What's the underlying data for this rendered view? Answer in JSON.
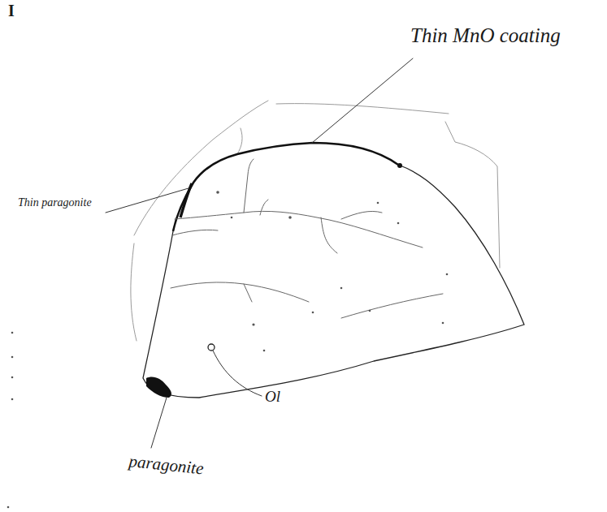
{
  "diagram": {
    "labels": [
      "I",
      "Thin MnO coating",
      "Thin paragonite",
      "paragonite",
      "Ol"
    ]
  }
}
